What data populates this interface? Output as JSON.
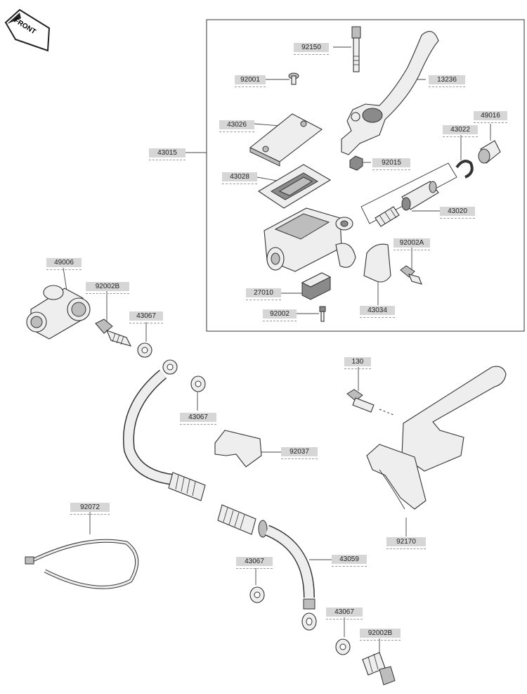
{
  "badge": {
    "front_text": "FRONT"
  },
  "labels": [
    {
      "id": "l92150",
      "text": "92150"
    },
    {
      "id": "l92001",
      "text": "92001"
    },
    {
      "id": "l13236",
      "text": "13236"
    },
    {
      "id": "l43026",
      "text": "43026"
    },
    {
      "id": "l49016",
      "text": "49016"
    },
    {
      "id": "l43022",
      "text": "43022"
    },
    {
      "id": "l43015",
      "text": "43015"
    },
    {
      "id": "l92015",
      "text": "92015"
    },
    {
      "id": "l43028",
      "text": "43028"
    },
    {
      "id": "l43020",
      "text": "43020"
    },
    {
      "id": "l92002A",
      "text": "92002A"
    },
    {
      "id": "l27010",
      "text": "27010"
    },
    {
      "id": "l43034",
      "text": "43034"
    },
    {
      "id": "l92002",
      "text": "92002"
    },
    {
      "id": "l49006",
      "text": "49006"
    },
    {
      "id": "l92002B_1",
      "text": "92002B"
    },
    {
      "id": "l43067_1",
      "text": "43067"
    },
    {
      "id": "l130",
      "text": "130"
    },
    {
      "id": "l43067_2",
      "text": "43067"
    },
    {
      "id": "l92037",
      "text": "92037"
    },
    {
      "id": "l92072",
      "text": "92072"
    },
    {
      "id": "l92170",
      "text": "92170"
    },
    {
      "id": "l43067_3",
      "text": "43067"
    },
    {
      "id": "l43059",
      "text": "43059"
    },
    {
      "id": "l43067_4",
      "text": "43067"
    },
    {
      "id": "l92002B_2",
      "text": "92002B"
    }
  ]
}
